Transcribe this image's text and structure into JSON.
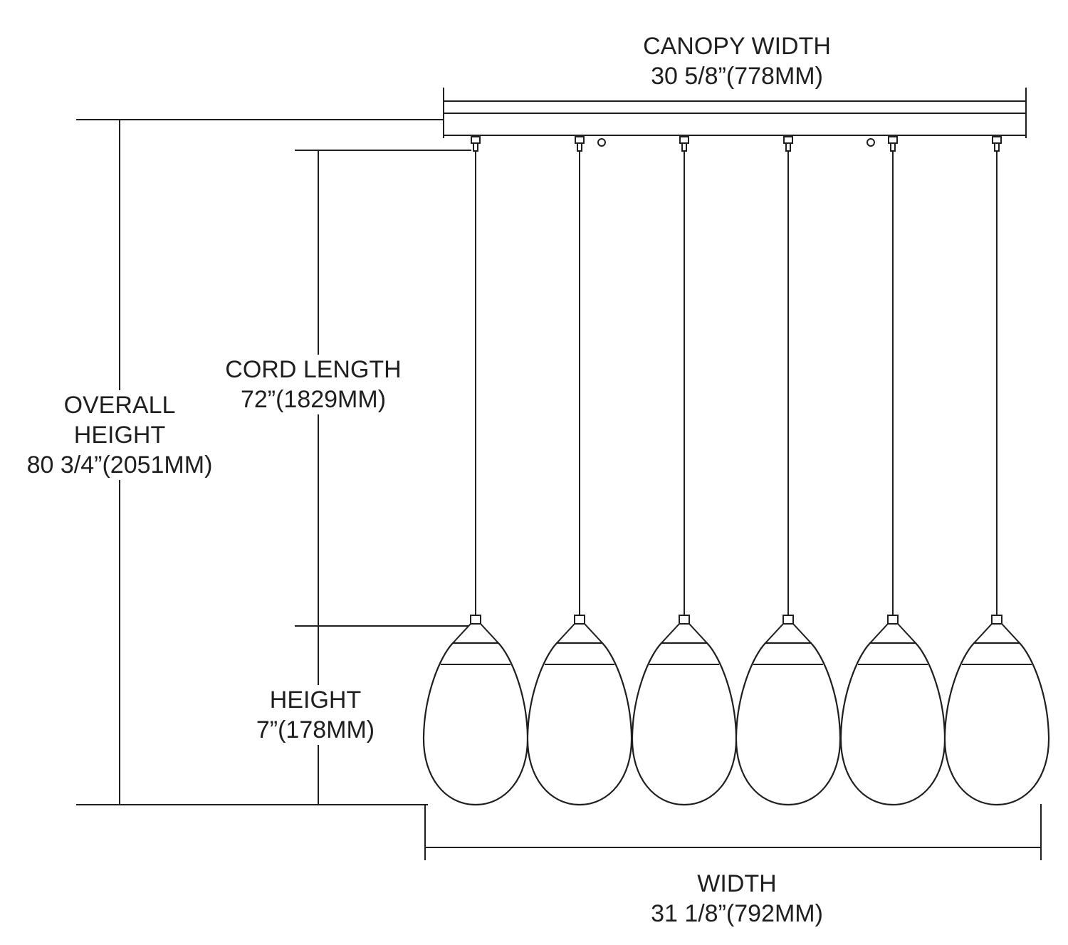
{
  "diagram": {
    "type": "pendant-light-dimension-drawing",
    "pendant_count": 6,
    "line_color": "#1f1f1f",
    "background_color": "#ffffff",
    "dimensions": {
      "canopy_width": {
        "label": "CANOPY WIDTH",
        "value": "30 5/8”(778MM)"
      },
      "overall_height": {
        "label_line1": "OVERALL",
        "label_line2": "HEIGHT",
        "value": "80 3/4”(2051MM)"
      },
      "cord_length": {
        "label": "CORD LENGTH",
        "value": "72”(1829MM)"
      },
      "shade_height": {
        "label": "HEIGHT",
        "value": "7”(178MM)"
      },
      "overall_width": {
        "label": "WIDTH",
        "value": "31 1/8”(792MM)"
      }
    }
  }
}
